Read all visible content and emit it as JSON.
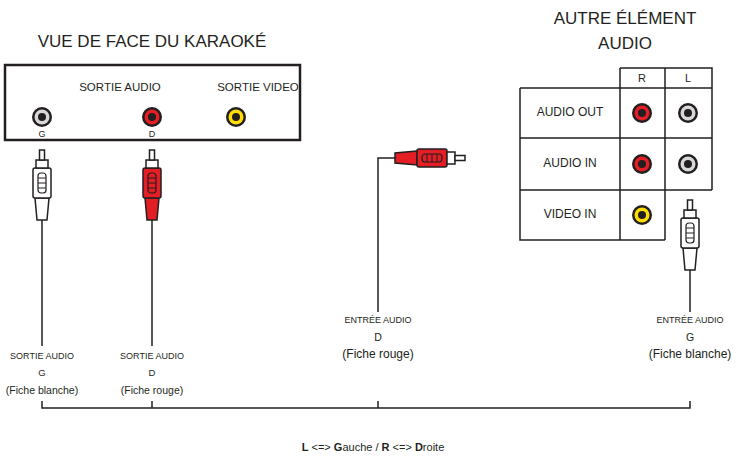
{
  "diagram": {
    "nodes": [
      {
        "text": [
          "VUE DE FACE DU KARAOKÉ",
          "SORTIE AUDIO",
          "SORTIE VIDEO",
          "G",
          "D"
        ]
      },
      {
        "text": [
          "AUTRE ÉLÉMENT AUDIO",
          "R",
          "L",
          "AUDIO OUT",
          "AUDIO IN",
          "VIDEO IN"
        ]
      }
    ],
    "labels": [
      "SORTIE AUDIO",
      "G",
      "(Fiche blanche)",
      "SORTIE AUDIO",
      "D",
      "(Fiche rouge)",
      "ENTRÉE AUDIO",
      "D",
      "(Fiche rouge)",
      "ENTRÉE AUDIO",
      "G",
      "(Fiche blanche)",
      "L <=> Gauche / R <=> Droite"
    ]
  }
}
